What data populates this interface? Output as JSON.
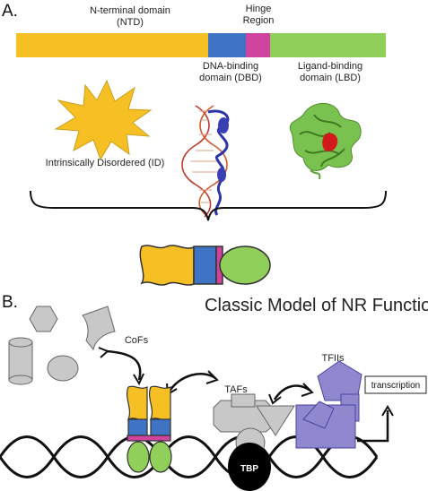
{
  "panel_a": {
    "letter": "A.",
    "ntd_label": [
      "N-terminal domain",
      "(NTD)"
    ],
    "hinge_label": [
      "Hinge",
      "Region"
    ],
    "dbd_label": [
      "DNA-binding",
      "domain (DBD)"
    ],
    "lbd_label": [
      "Ligand-binding",
      "domain (LBD)"
    ],
    "id_label": "Intrinsically Disordered (ID)",
    "domain_colors": {
      "ntd": "#f6c025",
      "dbd": "#3f74c4",
      "hinge": "#d0439f",
      "lbd": "#8fcf5a"
    }
  },
  "panel_b": {
    "letter": "B.",
    "title": "Classic Model of NR Function",
    "cofs_label": "CoFs",
    "tafs_label": "TAFs",
    "tfiis_label": "TFIIs",
    "transcription_label": "transcription",
    "tbp_label": "TBP",
    "colors": {
      "cofactor_gray": "#c8c8c8",
      "tfii_purple": "#8f88cf",
      "tbp_black": "#000000"
    }
  }
}
